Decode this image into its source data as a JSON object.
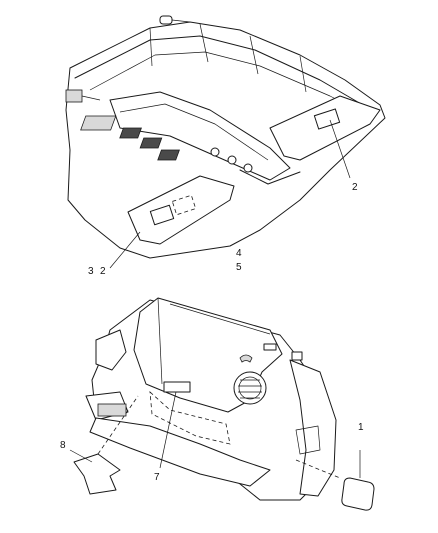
{
  "callouts": {
    "c1": "1",
    "c2_top": "2",
    "c2_left": "2",
    "c3": "3",
    "c4": "4",
    "c5": "5",
    "c7": "7",
    "c8": "8"
  }
}
